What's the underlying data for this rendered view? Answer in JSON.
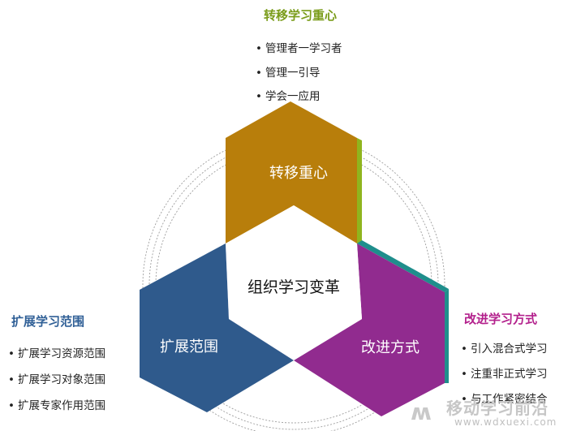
{
  "center": {
    "label": "组织学习变革"
  },
  "segments": {
    "top": {
      "label": "转移重心",
      "color": "#b87e0b",
      "edge": "#8fb51e"
    },
    "left": {
      "label": "扩展范围",
      "color": "#2f5a8c",
      "edge": "#2e3b86"
    },
    "right": {
      "label": "改进方式",
      "color": "#912b8f",
      "edge": "#1f8e8c"
    }
  },
  "groups": {
    "top": {
      "heading": "转移学习重心",
      "items": [
        "管理者一学习者",
        "管理一引导",
        "学会一应用"
      ]
    },
    "left": {
      "heading": "扩展学习范围",
      "items": [
        "扩展学习资源范围",
        "扩展学习对象范围",
        "扩展专家作用范围"
      ]
    },
    "right": {
      "heading": "改进学习方式",
      "items": [
        "引入混合式学习",
        "注重非正式学习",
        "与工作紧密结合"
      ]
    }
  },
  "watermark": {
    "name": "移动学习前沿",
    "url": "www.wdxuexi.com"
  }
}
